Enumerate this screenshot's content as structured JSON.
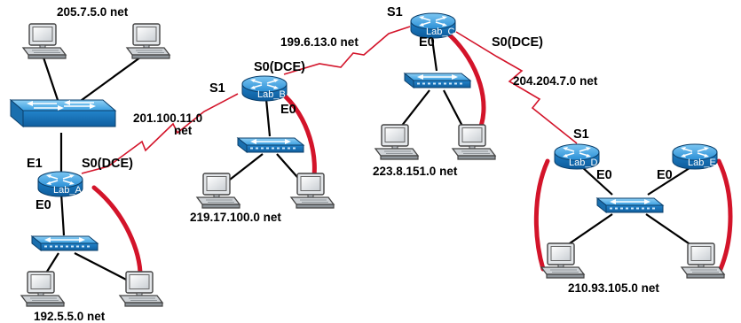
{
  "networks": {
    "top_left": "205.7.5.0 net",
    "bottom_left": "192.5.5.0 net",
    "ab_serial_line1": "201.100.11.0",
    "ab_serial_line2": "net",
    "lab_b_lan": "219.17.100.0 net",
    "bc_serial": "199.6.13.0 net",
    "lab_c_lan": "223.8.151.0 net",
    "cd_serial": "204.204.7.0 net",
    "de_lan": "210.93.105.0 net"
  },
  "routers": {
    "lab_a": "Lab_A",
    "lab_b": "Lab_B",
    "lab_c": "Lab_C",
    "lab_d": "Lab_D",
    "lab_e": "Lab_E"
  },
  "interfaces": {
    "a_e1": "E1",
    "a_s0": "S0(DCE)",
    "a_e0": "E0",
    "b_s0": "S0(DCE)",
    "b_s1": "S1",
    "b_e0": "E0",
    "c_s1": "S1",
    "c_e0": "E0",
    "c_s0": "S0(DCE)",
    "d_s1": "S1",
    "d_e0": "E0",
    "e_e0": "E0"
  },
  "colors": {
    "device_blue": "#2a8fd6",
    "crossover_red": "#d3142a"
  }
}
